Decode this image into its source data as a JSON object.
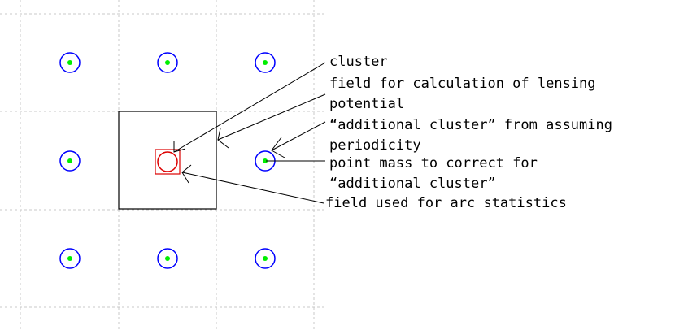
{
  "labels": {
    "cluster": "cluster",
    "lensing_line1": "field for calculation of lensing",
    "lensing_line2": "potential",
    "additional_line1": "“additional cluster” from assuming",
    "additional_line2": "periodicity",
    "pointmass_line1": "point mass to correct for",
    "pointmass_line2": "“additional cluster”",
    "arc_stats": "field used for arc statistics"
  },
  "colors": {
    "grid": "#c8c8c8",
    "ring": "#0000ff",
    "dot": "#00ee00",
    "cluster": "#dd0000",
    "frame": "#000000",
    "text": "#000000"
  },
  "icons": {
    "periodic_cluster": "blue-ring-with-green-dot",
    "central_cluster": "red-circle",
    "arc_field": "red-square",
    "lensing_field": "black-square"
  }
}
